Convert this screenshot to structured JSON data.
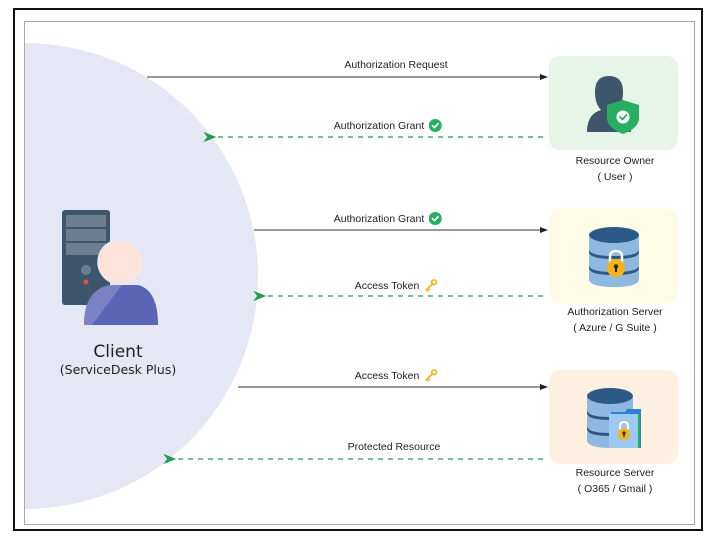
{
  "diagram": {
    "client": {
      "title": "Client",
      "subtitle": "(ServiceDesk Plus)",
      "icon": "server-user-icon"
    },
    "parties": [
      {
        "id": "resource-owner",
        "title": "Resource Owner",
        "subtitle": "( User )",
        "icon": "user-shield-icon",
        "background": "#e7f4e8"
      },
      {
        "id": "authorization-server",
        "title": "Authorization Server",
        "subtitle": "( Azure / G Suite )",
        "icon": "database-lock-icon",
        "background": "#fefbe6"
      },
      {
        "id": "resource-server",
        "title": "Resource Server",
        "subtitle": "( O365 / Gmail )",
        "icon": "database-folder-lock-icon",
        "background": "#fdf0e0"
      }
    ],
    "flows": [
      {
        "label": "Authorization Request",
        "direction": "client-to-party",
        "style": "solid",
        "target": "resource-owner",
        "badge": null
      },
      {
        "label": "Authorization Grant",
        "direction": "party-to-client",
        "style": "dashed",
        "target": "resource-owner",
        "badge": "check-circle-icon"
      },
      {
        "label": "Authorization Grant",
        "direction": "client-to-party",
        "style": "solid",
        "target": "authorization-server",
        "badge": "check-circle-icon"
      },
      {
        "label": "Access Token",
        "direction": "party-to-client",
        "style": "dashed",
        "target": "authorization-server",
        "badge": "key-icon"
      },
      {
        "label": "Access Token",
        "direction": "client-to-party",
        "style": "solid",
        "target": "resource-server",
        "badge": "key-icon"
      },
      {
        "label": "Protected Resource",
        "direction": "party-to-client",
        "style": "dashed",
        "target": "resource-server",
        "badge": null
      }
    ],
    "colors": {
      "client_circle": "#e6e7f4",
      "request_arrow": "#222222",
      "response_arrow": "#1f9d4c",
      "check_badge": "#27ae60",
      "key_badge": "#f2b418"
    }
  }
}
